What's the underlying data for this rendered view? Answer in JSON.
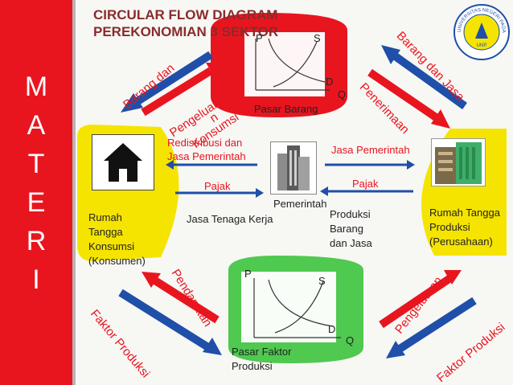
{
  "sidebar": {
    "letters": [
      "M",
      "A",
      "T",
      "E",
      "R",
      "I"
    ]
  },
  "header": {
    "title_line1": "CIRCULAR FLOW DIAGRAM",
    "title_line2": "PEREKONOMIAN 3 SEKTOR"
  },
  "market_goods": {
    "label": "Pasar Barang",
    "p": "P",
    "s": "S",
    "d": "D",
    "q": "Q"
  },
  "market_factor": {
    "label_line1": "Pasar Faktor",
    "label_line2": "Produksi",
    "p": "P",
    "s": "S",
    "d": "D",
    "q": "Q"
  },
  "households": {
    "line1": "Rumah",
    "line2": "Tangga",
    "line3": "Konsumsi",
    "line4": "(Konsumen)"
  },
  "firms": {
    "line1": "Rumah Tangga",
    "line2": "Produksi",
    "line3": "(Perusahaan)"
  },
  "government": {
    "label": "Pemerintah"
  },
  "flows": {
    "redistribusi_line1": "Redistribusi dan",
    "redistribusi_line2": "Jasa Pemerintah",
    "jasa_pemerintah": "Jasa Pemerintah",
    "pajak_left": "Pajak",
    "pajak_right": "Pajak",
    "jasa_tenaga_kerja": "Jasa Tenaga Kerja",
    "produksi_line1": "Produksi",
    "produksi_line2": "Barang",
    "produksi_line3": "dan Jasa",
    "barang_dan_left": "Barang dan",
    "pengeluaran_left_1": "Pengeluara",
    "pengeluaran_left_2": "n",
    "pengeluaran_left_3": "Konsumsi",
    "barang_dan_jasa_right": "Barang dan Jasa",
    "penerimaan": "Penerimaan",
    "pendapatan": "Pendapatan",
    "faktor_produksi_left": "Faktor Produksi",
    "pengeluaran_right": "Pengeluaran",
    "faktor_produksi_right": "Faktor Produksi"
  },
  "logo": {
    "text": "UNIVERSITAS NEGERI PADANG",
    "abbr": "UNP"
  },
  "colors": {
    "red": "#e8151f",
    "blue": "#1f4fa8",
    "yellow": "#f5e400",
    "green": "#4fc94f",
    "market_red": "#e8151f"
  }
}
